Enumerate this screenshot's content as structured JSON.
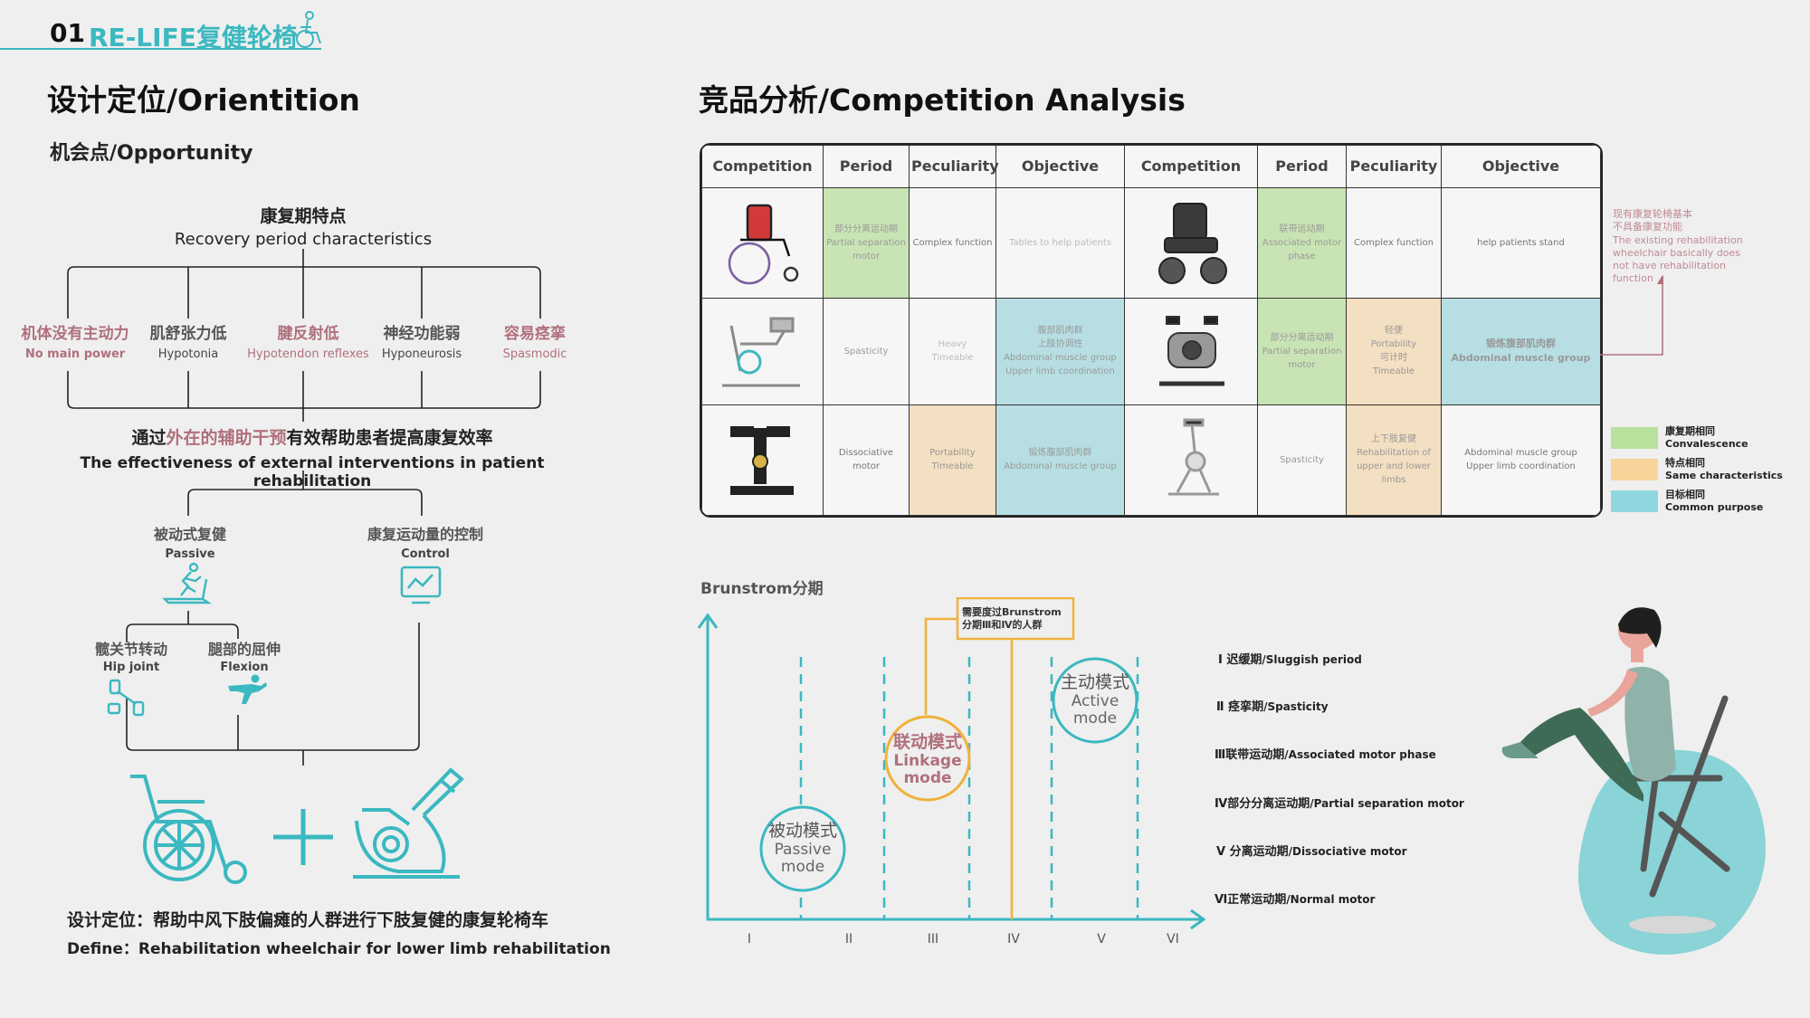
{
  "header": {
    "number": "01",
    "title": "RE-LIFE复健轮椅"
  },
  "left": {
    "title": "设计定位/Orientition",
    "subtitle": "机会点/Opportunity",
    "recovery": {
      "cn": "康复期特点",
      "en": "Recovery period characteristics"
    },
    "traits": [
      {
        "cn": "机体没有主动力",
        "en": "No main power"
      },
      {
        "cn": "肌舒张力低",
        "en": "Hypotonia"
      },
      {
        "cn": "腱反射低",
        "en": "Hypotendon reflexes"
      },
      {
        "cn": "神经功能弱",
        "en": "Hyponeurosis"
      },
      {
        "cn": "容易痉挛",
        "en": "Spasmodic"
      }
    ],
    "effect": {
      "cn_pre": "通过",
      "cn_hl": "外在的辅助干预",
      "cn_post": "有效帮助患者提高康复效率",
      "en": "The effectiveness of external interventions in patient rehabilitation"
    },
    "passive": {
      "cn": "被动式复健",
      "en": "Passive"
    },
    "control": {
      "cn": "康复运动量的控制",
      "en": "Control"
    },
    "hip": {
      "cn": "髋关节转动",
      "en": "Hip joint"
    },
    "flexion": {
      "cn": "腿部的屈伸",
      "en": "Flexion"
    },
    "define_cn": "设计定位：帮助中风下肢偏瘫的人群进行下肢复健的康复轮椅车",
    "define_en": "Define：Rehabilitation wheelchair for lower limb rehabilitation"
  },
  "right": {
    "title": "竞品分析/Competition Analysis",
    "table": {
      "headers": [
        "Competition",
        "Period",
        "Peculiarity",
        "Objective",
        "Competition",
        "Period",
        "Peculiarity",
        "Objective"
      ],
      "rows": [
        {
          "p1": "部分分离运动期\nPartial separation\nmotor",
          "q1": "Complex function",
          "o1": "Tables to help patients",
          "p2": "联带运动期\nAssociated motor\nphase",
          "q2": "Complex function",
          "o2": "help patients stand"
        },
        {
          "p1": "Spasticity",
          "q1": "Heavy\nTimeable",
          "o1": "腹部肌肉群\n上肢协调性\nAbdominal muscle group\nUpper limb coordination",
          "p2": "部分分离运动期\nPartial separation\nmotor",
          "q2": "轻便\nPortability\n可计时\nTimeable",
          "o2": "锻炼腹部肌肉群\nAbdominal muscle group"
        },
        {
          "p1": "Dissociative motor",
          "q1": "Portability\nTimeable",
          "o1": "锻炼腹部肌肉群\nAbdominal muscle group",
          "p2": "Spasticity",
          "q2": "上下肢复健\nRehabilitation of\nupper and lower limbs",
          "o2": "Abdominal muscle group\nUpper limb coordination"
        }
      ]
    },
    "note": "现有康复轮椅基本\n不具备康复功能\nThe existing rehabilitation\nwheelchair basically does\nnot have rehabilitation function",
    "legend": [
      {
        "cn": "康复期相同",
        "en": "Convalescence",
        "color": "#b9e19e"
      },
      {
        "cn": "特点相同",
        "en": "Same characteristics",
        "color": "#f8d39a"
      },
      {
        "cn": "目标相同",
        "en": "Common purpose",
        "color": "#8fd6df"
      }
    ],
    "brunstrom": {
      "title": "Brunstrom分期",
      "callout": "需要度过Brunstrom\n分期Ⅲ和Ⅳ的人群",
      "ticks": [
        "I",
        "II",
        "III",
        "IV",
        "V",
        "VI"
      ],
      "modes": [
        {
          "cn": "被动模式",
          "en1": "Passive",
          "en2": "mode"
        },
        {
          "cn": "联动模式",
          "en1": "Linkage",
          "en2": "mode"
        },
        {
          "cn": "主动模式",
          "en1": "Active",
          "en2": "mode"
        }
      ],
      "stages": [
        {
          "cn": "Ⅰ 迟缓期",
          "en": "/Sluggish period"
        },
        {
          "cn": "Ⅱ 痉挛期",
          "en": "/Spasticity"
        },
        {
          "cn": "Ⅲ联带运动期",
          "en": "/Associated motor phase"
        },
        {
          "cn": "Ⅳ部分分离运动期",
          "en": "/Partial separation motor"
        },
        {
          "cn": "Ⅴ 分离运动期",
          "en": "/Dissociative motor"
        },
        {
          "cn": "Ⅵ正常运动期",
          "en": "/Normal motor"
        }
      ]
    }
  }
}
